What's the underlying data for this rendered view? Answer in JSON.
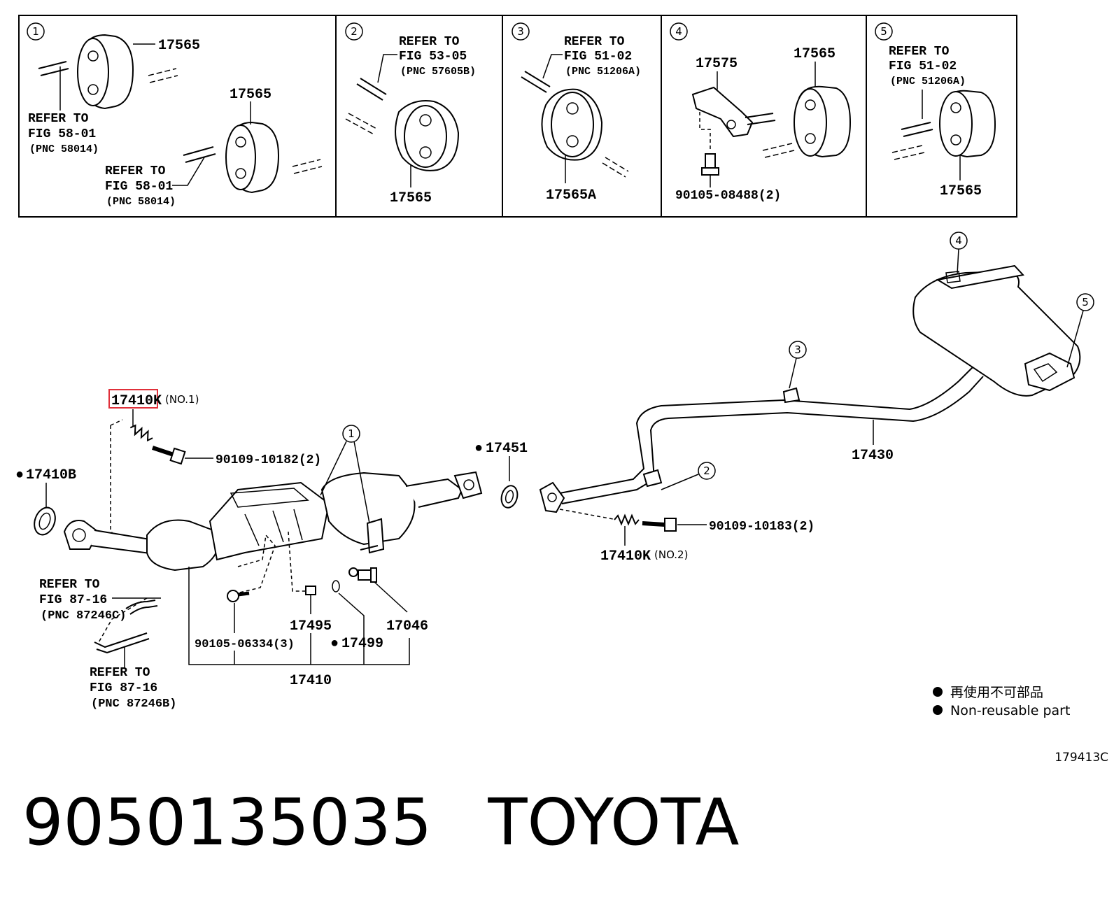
{
  "insets": [
    {
      "num": "1",
      "part_a": "17565",
      "part_b": "17565",
      "ref_a": [
        "REFER TO",
        "FIG 58-01",
        "(PNC 58014)"
      ],
      "ref_b": [
        "REFER TO",
        "FIG 58-01",
        "(PNC 58014)"
      ]
    },
    {
      "num": "2",
      "part": "17565",
      "ref": [
        "REFER TO",
        "FIG 53-05",
        "(PNC 57605B)"
      ]
    },
    {
      "num": "3",
      "part": "17565A",
      "ref": [
        "REFER TO",
        "FIG 51-02",
        "(PNC 51206A)"
      ]
    },
    {
      "num": "4",
      "part_bracket": "17575",
      "part": "17565",
      "bolt": "90105-08488(2)"
    },
    {
      "num": "5",
      "part": "17565",
      "ref": [
        "REFER TO",
        "FIG 51-02",
        "(PNC 51206A)"
      ]
    }
  ],
  "main": {
    "spring_1": "17410K",
    "spring_1_sub": "(NO.1)",
    "spring_2": "17410K",
    "spring_2_sub": "(NO.2)",
    "gasket_front": "17410B",
    "bolt_front": "90109-10182(2)",
    "bolt_rear": "90109-10183(2)",
    "gasket_mid": "17451",
    "tail_pipe": "17430",
    "front_pipe": "17410",
    "sensor_bolt": "90105-06334(3)",
    "plug": "17495",
    "ring": "17499",
    "valve": "17046",
    "ref_c": [
      "REFER TO",
      "FIG 87-16",
      "(PNC 87246C)"
    ],
    "ref_b": [
      "REFER TO",
      "FIG 87-16",
      "(PNC 87246B)"
    ],
    "callouts": [
      "1",
      "2",
      "3",
      "4",
      "5"
    ]
  },
  "legend": {
    "line_jp": "再使用不可部品",
    "line_en": "Non-reusable part"
  },
  "figure_code": "179413C",
  "footer": {
    "part_number": "9050135035",
    "brand": "TOYOTA"
  },
  "colors": {
    "highlight": "#e0303a",
    "ink": "#000000"
  }
}
